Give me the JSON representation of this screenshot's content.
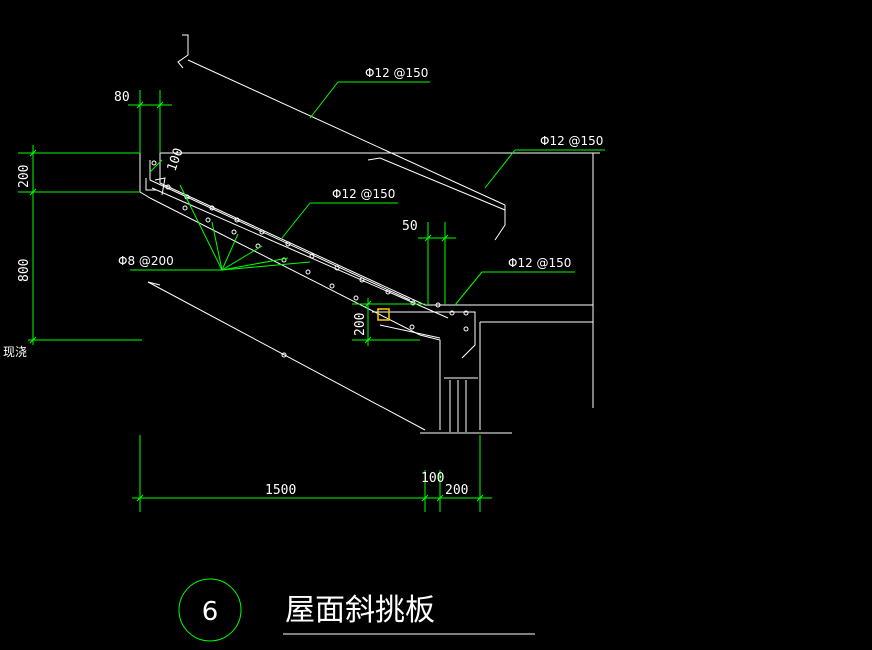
{
  "annotations": {
    "rebar_top": "Φ12 @150",
    "rebar_right": "Φ12 @150",
    "rebar_mid": "Φ12 @150",
    "rebar_lower_right": "Φ12 @150",
    "stirrup": "Φ8 @200"
  },
  "dimensions": {
    "top_80": "80",
    "thick_100": "100",
    "left_200": "200",
    "left_800": "800",
    "gap_50": "50",
    "beam_200": "200",
    "bottom_1500": "1500",
    "bottom_100": "100",
    "bottom_200": "200"
  },
  "labels": {
    "cast_in_place": "现浇",
    "detail_number": "6",
    "title": "屋面斜挑板"
  },
  "colors": {
    "background": "#000000",
    "lines": "#ffffff",
    "dimension": "#00ff00",
    "highlight": "#ffcc00"
  }
}
